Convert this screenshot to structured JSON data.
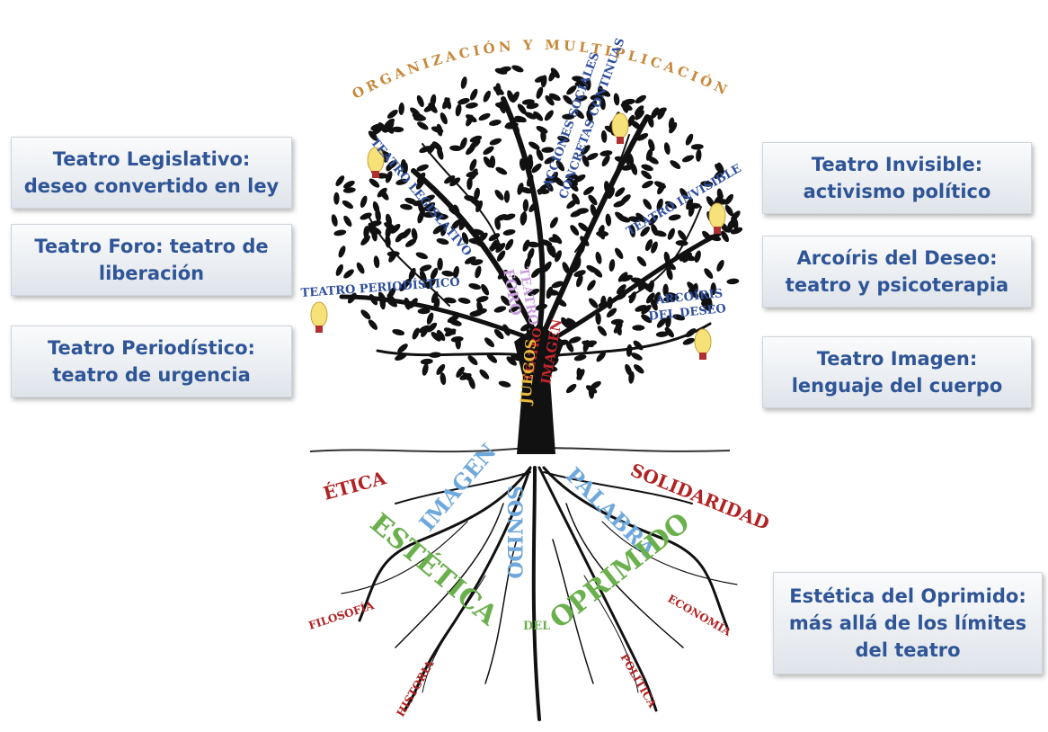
{
  "arc_title": "ORGANIZACIÓN Y MULTIPLICACIÓN",
  "callouts_left": [
    {
      "line1": "Teatro Legislativo:",
      "line2": "deseo convertido en ley"
    },
    {
      "line1": "Teatro Foro: teatro de",
      "line2": "liberación"
    },
    {
      "line1": "Teatro Periodístico:",
      "line2": "teatro de urgencia"
    }
  ],
  "callouts_right": [
    {
      "line1": "Teatro Invisible:",
      "line2": "activismo político"
    },
    {
      "line1": "Arcoíris del Deseo:",
      "line2": "teatro y psicoterapia"
    },
    {
      "line1": "Teatro Imagen:",
      "line2": "lenguaje del cuerpo"
    },
    {
      "line1": "Estética del Oprimido:",
      "line2": "más allá de los límites",
      "line3": "del teatro"
    }
  ],
  "branch_labels": {
    "legislativo": "TEATRO LEGISLATIVO",
    "acciones_1": "ACCIONES SOCIALES",
    "acciones_2": "CONCRETAS CONTINUAS",
    "invisible": "TEATRO INVISIBLE",
    "periodistico": "TEATRO PERIODÍSTICO",
    "arcoiris_1": "ARCOÍRIS",
    "arcoiris_2": "DEL DESEO",
    "foro_1": "TEATRO",
    "foro_2": "FORO",
    "imagen_1": "TEATRO",
    "imagen_2": "IMAGEN"
  },
  "trunk_label": "JUEGOS",
  "root_labels": {
    "imagen": "IMAGEN",
    "sonido": "SONIDO",
    "palabra": "PALABRA",
    "estetica": "ESTÉTICA",
    "del": "DEL",
    "oprimido": "OPRIMIDO",
    "etica": "ÉTICA",
    "solidaridad": "SOLIDARIDAD",
    "filosofia": "FILOSOFÍA",
    "historia": "HISTORIA",
    "politica": "POLÍTICA",
    "economia": "ECONOMÍA"
  },
  "colors": {
    "callout_text": "#2f5597",
    "arc_title": "#c8883b",
    "branch_text": "#2f4f9e",
    "foro_text": "#c9a0dc",
    "imagen_text": "#c0262d",
    "trunk_text": "#e8b83a",
    "root_blue": "#6fa8dc",
    "root_green": "#6ab04c",
    "root_red": "#b22222",
    "tree": "#111111"
  }
}
